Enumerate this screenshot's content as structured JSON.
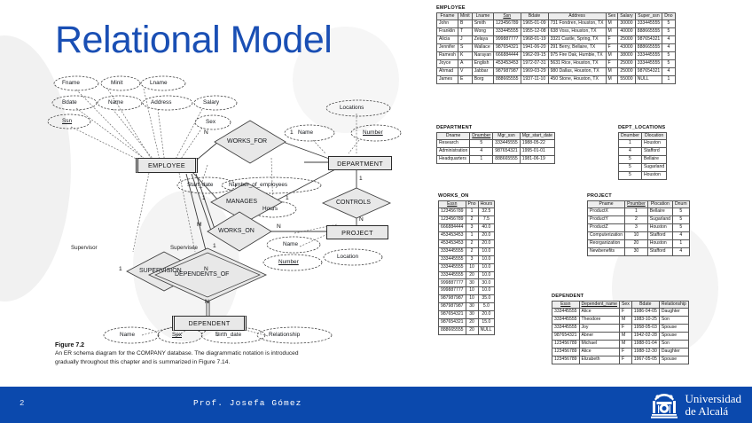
{
  "slide": {
    "title": "Relational Model",
    "title_color": "#1a4fb4",
    "footer": {
      "page_number": "2",
      "author": "Prof. Josefa Gómez",
      "bar_color": "#0b49ad",
      "logo": {
        "icon": "university-crest-icon",
        "line1": "Universidad",
        "line2": "de Alcalá"
      }
    }
  },
  "er_diagram": {
    "caption_title": "Figure 7.2",
    "caption_text": "An ER schema diagram for the COMPANY database. The diagrammatic notation is introduced gradually throughout this chapter and is summarized in Figure 7.14.",
    "entities": [
      {
        "name": "EMPLOYEE",
        "weak": false
      },
      {
        "name": "DEPARTMENT",
        "weak": false
      },
      {
        "name": "PROJECT",
        "weak": false
      },
      {
        "name": "DEPENDENT",
        "weak": true
      }
    ],
    "relationships": [
      "WORKS_FOR",
      "MANAGES",
      "CONTROLS",
      "WORKS_ON",
      "SUPERVISION",
      "DEPENDENTS_OF"
    ],
    "employee_attributes": [
      "Fname",
      "Minit",
      "Lname",
      "Bdate",
      "Name",
      "Address",
      "Salary",
      "Sex",
      "Ssn"
    ],
    "department_attributes": [
      "Locations",
      "Name",
      "Number",
      "Number_of_employees"
    ],
    "project_attributes": [
      "Name",
      "Number",
      "Location"
    ],
    "dependent_attributes": [
      "Name",
      "Sex",
      "Birth_date",
      "Relationship"
    ],
    "relationship_attributes": [
      "Start_date",
      "Hours"
    ],
    "role_labels": [
      "Supervisor",
      "Supervisee"
    ],
    "cardinalities": [
      "N",
      "1",
      "1",
      "1",
      "1",
      "N",
      "M",
      "N",
      "N",
      "1",
      "N",
      "1"
    ]
  },
  "tables": {
    "employee": {
      "name": "EMPLOYEE",
      "columns": [
        "Fname",
        "Minit",
        "Lname",
        "Ssn",
        "Bdate",
        "Address",
        "Sex",
        "Salary",
        "Super_ssn",
        "Dno"
      ],
      "underlined": [
        "Ssn"
      ],
      "rows": [
        [
          "John",
          "B",
          "Smith",
          "123456789",
          "1965-01-09",
          "731 Fondren, Houston, TX",
          "M",
          "30000",
          "333445555",
          "5"
        ],
        [
          "Franklin",
          "T",
          "Wong",
          "333445555",
          "1955-12-08",
          "638 Voss, Houston, TX",
          "M",
          "40000",
          "888665555",
          "5"
        ],
        [
          "Alicia",
          "J",
          "Zelaya",
          "999887777",
          "1968-01-19",
          "3321 Castle, Spring, TX",
          "F",
          "25000",
          "987654321",
          "4"
        ],
        [
          "Jennifer",
          "S",
          "Wallace",
          "987654321",
          "1941-06-20",
          "291 Berry, Bellaire, TX",
          "F",
          "43000",
          "888665555",
          "4"
        ],
        [
          "Ramesh",
          "K",
          "Narayan",
          "666884444",
          "1962-09-15",
          "975 Fire Oak, Humble, TX",
          "M",
          "38000",
          "333445555",
          "5"
        ],
        [
          "Joyce",
          "A",
          "English",
          "453453453",
          "1972-07-31",
          "5631 Rice, Houston, TX",
          "F",
          "25000",
          "333445555",
          "5"
        ],
        [
          "Ahmad",
          "V",
          "Jabbar",
          "987987987",
          "1969-03-29",
          "980 Dallas, Houston, TX",
          "M",
          "25000",
          "987654321",
          "4"
        ],
        [
          "James",
          "E",
          "Borg",
          "888665555",
          "1937-11-10",
          "450 Stone, Houston, TX",
          "M",
          "55000",
          "NULL",
          "1"
        ]
      ]
    },
    "department": {
      "name": "DEPARTMENT",
      "columns": [
        "Dname",
        "Dnumber",
        "Mgr_ssn",
        "Mgr_start_date"
      ],
      "underlined": [
        "Dnumber"
      ],
      "rows": [
        [
          "Research",
          "5",
          "333445555",
          "1988-05-22"
        ],
        [
          "Administration",
          "4",
          "987654321",
          "1995-01-01"
        ],
        [
          "Headquarters",
          "1",
          "888665555",
          "1981-06-19"
        ]
      ]
    },
    "dept_locations": {
      "name": "DEPT_LOCATIONS",
      "columns": [
        "Dnumber",
        "Dlocation"
      ],
      "rows": [
        [
          "1",
          "Houston"
        ],
        [
          "4",
          "Stafford"
        ],
        [
          "5",
          "Bellaire"
        ],
        [
          "5",
          "Sugarland"
        ],
        [
          "5",
          "Houston"
        ]
      ]
    },
    "works_on": {
      "name": "WORKS_ON",
      "columns": [
        "Essn",
        "Pno",
        "Hours"
      ],
      "underlined": [
        "Essn"
      ],
      "rows": [
        [
          "123456789",
          "1",
          "32.5"
        ],
        [
          "123456789",
          "2",
          "7.5"
        ],
        [
          "666884444",
          "3",
          "40.0"
        ],
        [
          "453453453",
          "1",
          "20.0"
        ],
        [
          "453453453",
          "2",
          "20.0"
        ],
        [
          "333445555",
          "2",
          "10.0"
        ],
        [
          "333445555",
          "3",
          "10.0"
        ],
        [
          "333445555",
          "10",
          "10.0"
        ],
        [
          "333445555",
          "20",
          "10.0"
        ],
        [
          "999887777",
          "30",
          "30.0"
        ],
        [
          "999887777",
          "10",
          "10.0"
        ],
        [
          "987987987",
          "10",
          "35.0"
        ],
        [
          "987987987",
          "30",
          "5.0"
        ],
        [
          "987654321",
          "30",
          "20.0"
        ],
        [
          "987654321",
          "20",
          "15.0"
        ],
        [
          "888665555",
          "20",
          "NULL"
        ]
      ]
    },
    "project": {
      "name": "PROJECT",
      "columns": [
        "Pname",
        "Pnumber",
        "Plocation",
        "Dnum"
      ],
      "underlined": [
        "Pnumber"
      ],
      "rows": [
        [
          "ProductX",
          "1",
          "Bellaire",
          "5"
        ],
        [
          "ProductY",
          "2",
          "Sugarland",
          "5"
        ],
        [
          "ProductZ",
          "3",
          "Houston",
          "5"
        ],
        [
          "Computerization",
          "10",
          "Stafford",
          "4"
        ],
        [
          "Reorganization",
          "20",
          "Houston",
          "1"
        ],
        [
          "Newbenefits",
          "30",
          "Stafford",
          "4"
        ]
      ]
    },
    "dependent": {
      "name": "DEPENDENT",
      "columns": [
        "Essn",
        "Dependent_name",
        "Sex",
        "Bdate",
        "Relationship"
      ],
      "underlined": [
        "Essn",
        "Dependent_name"
      ],
      "rows": [
        [
          "333445555",
          "Alice",
          "F",
          "1986-04-05",
          "Daughter"
        ],
        [
          "333445555",
          "Theodore",
          "M",
          "1983-10-25",
          "Son"
        ],
        [
          "333445555",
          "Joy",
          "F",
          "1958-05-03",
          "Spouse"
        ],
        [
          "987654321",
          "Abner",
          "M",
          "1942-02-28",
          "Spouse"
        ],
        [
          "123456789",
          "Michael",
          "M",
          "1988-01-04",
          "Son"
        ],
        [
          "123456789",
          "Alice",
          "F",
          "1988-12-30",
          "Daughter"
        ],
        [
          "123456789",
          "Elizabeth",
          "F",
          "1967-05-05",
          "Spouse"
        ]
      ]
    }
  }
}
